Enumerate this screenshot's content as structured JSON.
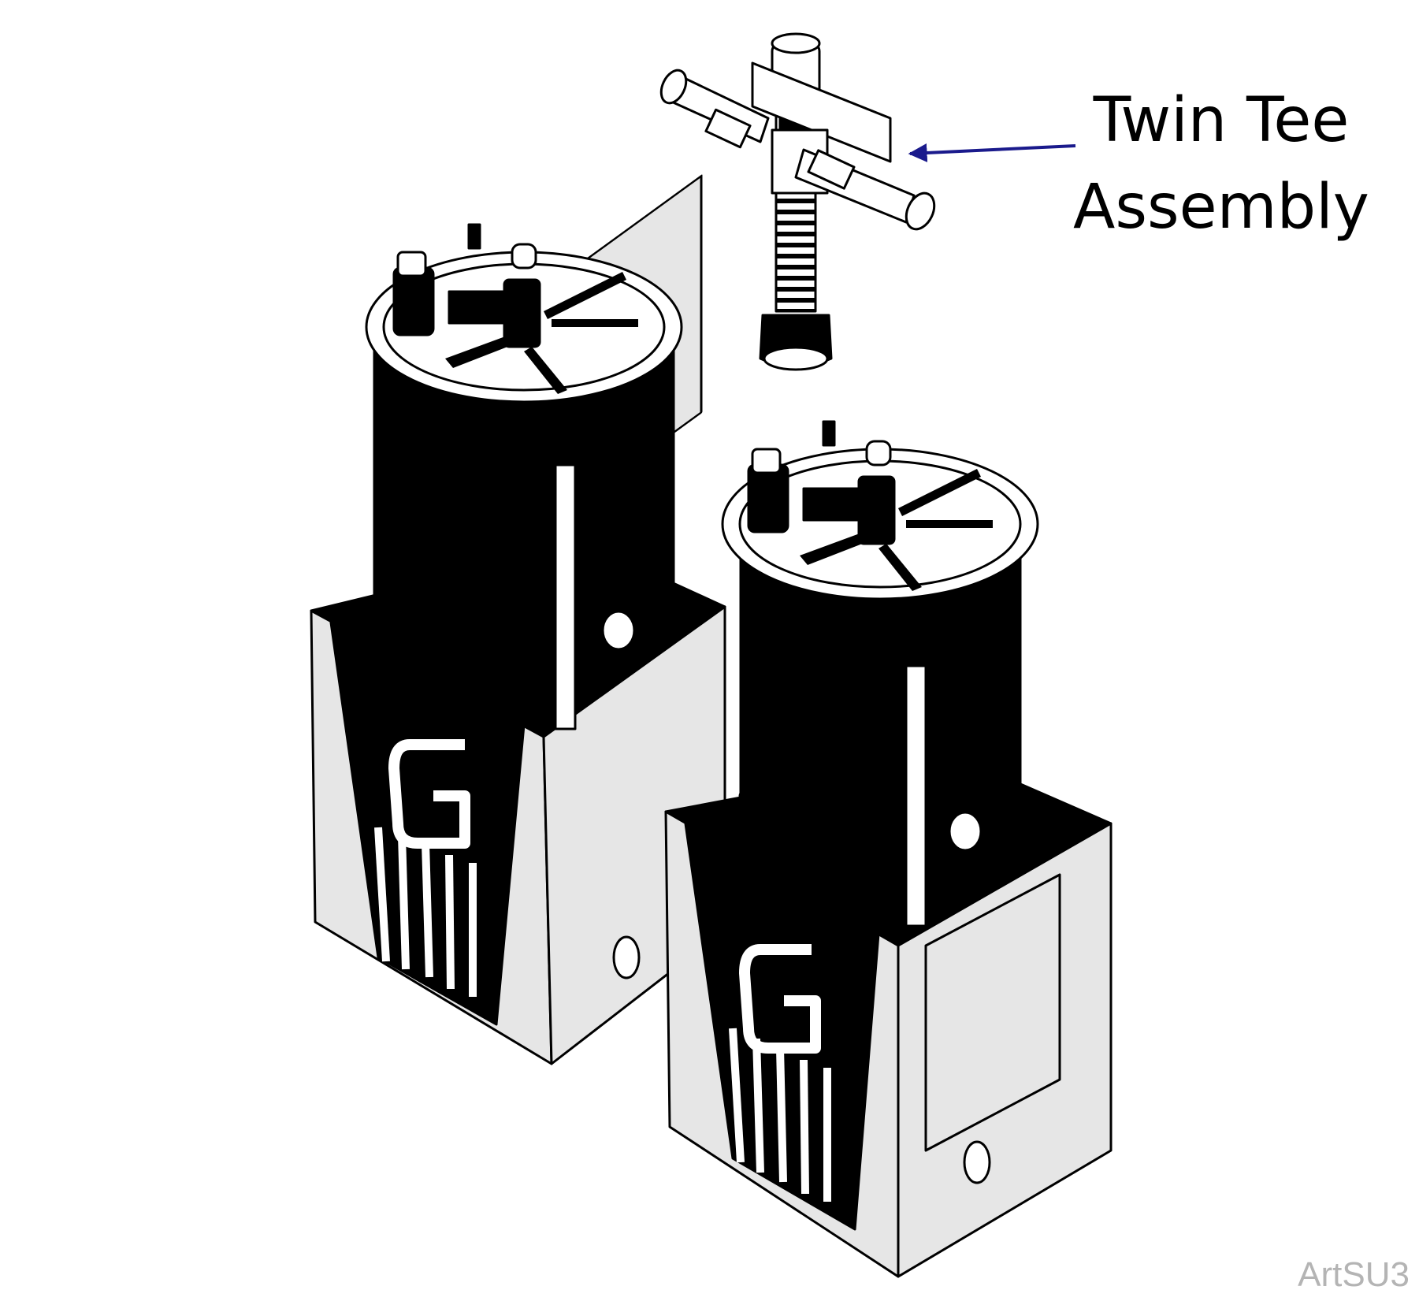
{
  "callout": {
    "line1": "Twin Tee",
    "line2": "Assembly",
    "arrow_color": "#1a1a8c"
  },
  "art_id": "ArtSU3",
  "colors": {
    "black": "#000000",
    "panel_gray": "#e6e6e6",
    "white": "#ffffff"
  }
}
